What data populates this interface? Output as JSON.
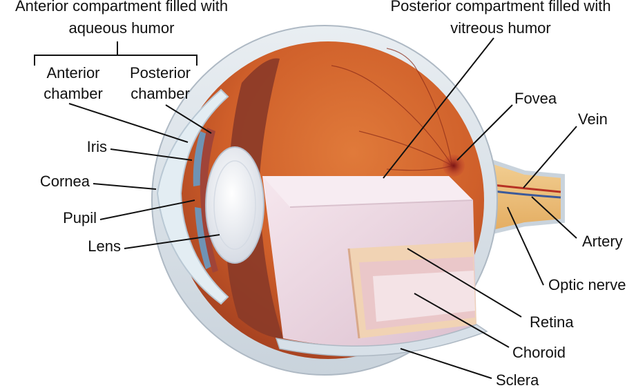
{
  "labels": {
    "anterior_compartment_line1": "Anterior compartment filled with",
    "anterior_compartment_line2": "aqueous humor",
    "anterior_chamber_line1": "Anterior",
    "anterior_chamber_line2": "chamber",
    "posterior_chamber_line1": "Posterior",
    "posterior_chamber_line2": "chamber",
    "posterior_compartment_line1": "Posterior compartment filled with",
    "posterior_compartment_line2": "vitreous humor",
    "iris": "Iris",
    "cornea": "Cornea",
    "pupil": "Pupil",
    "lens": "Lens",
    "fovea": "Fovea",
    "vein": "Vein",
    "artery": "Artery",
    "optic_nerve": "Optic nerve",
    "retina": "Retina",
    "choroid": "Choroid",
    "sclera": "Sclera"
  },
  "colors": {
    "sclera": "#dfe6ec",
    "choroid_brown": "#8a3a28",
    "retina_orange": "#d2652a",
    "vitreous": "#f0d9e2",
    "lens": "#eef0f4",
    "iris_blue": "#6f93b4",
    "optic_nerve": "#f0c27a",
    "fovea": "#a32824"
  }
}
